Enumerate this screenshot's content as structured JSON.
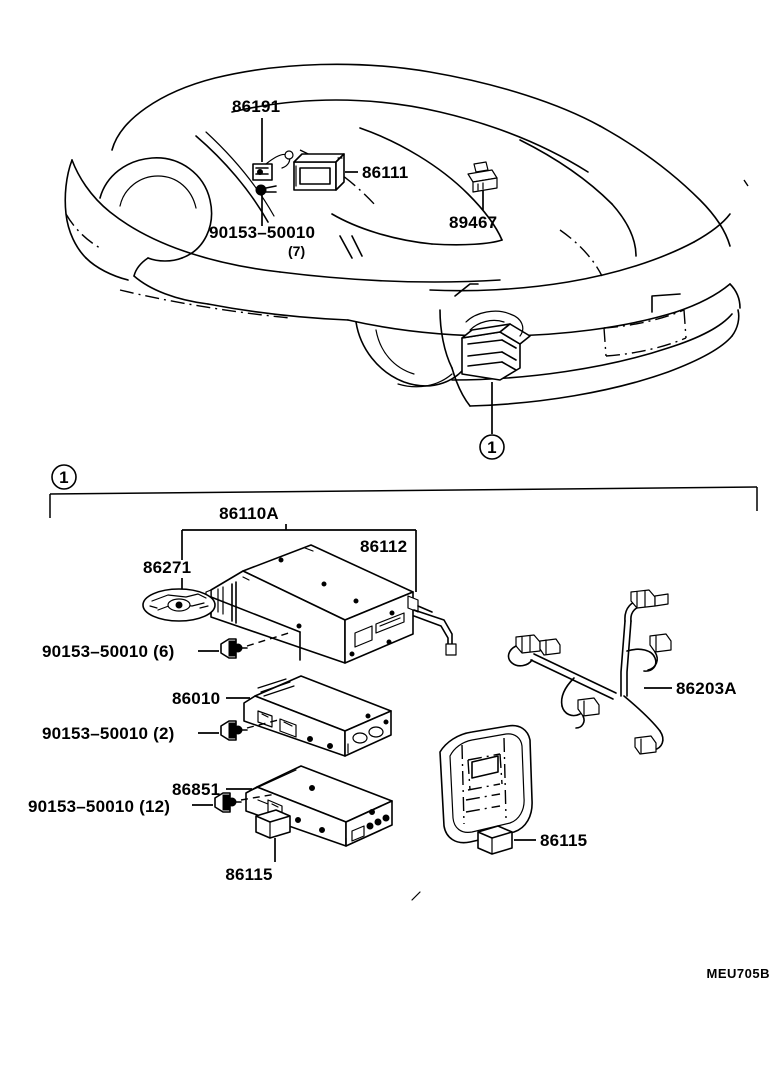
{
  "diagram": {
    "sheet_code": "MEU705B",
    "callout_marker": "1",
    "vehicle_view": {
      "name": "rear three-quarter body view",
      "labels": [
        {
          "id": "86191",
          "text": "86191"
        },
        {
          "id": "86111",
          "text": "86111"
        },
        {
          "id": "89467",
          "text": "89467"
        },
        {
          "id": "90153-50010-7",
          "text": "90153–50010",
          "qty": "(7)"
        }
      ]
    },
    "detail_view": {
      "labels": [
        {
          "id": "86110A",
          "text": "86110A"
        },
        {
          "id": "86112",
          "text": "86112"
        },
        {
          "id": "86271",
          "text": "86271"
        },
        {
          "id": "86010",
          "text": "86010"
        },
        {
          "id": "86851",
          "text": "86851"
        },
        {
          "id": "86203A",
          "text": "86203A"
        },
        {
          "id": "86115-left",
          "text": "86115"
        },
        {
          "id": "86115-right",
          "text": "86115"
        },
        {
          "id": "90153-50010-6",
          "text": "90153–50010 (6)"
        },
        {
          "id": "90153-50010-2",
          "text": "90153–50010 (2)"
        },
        {
          "id": "90153-50010-12",
          "text": "90153–50010 (12)"
        }
      ]
    },
    "colors": {
      "ink": "#000000",
      "paper": "#ffffff"
    }
  }
}
